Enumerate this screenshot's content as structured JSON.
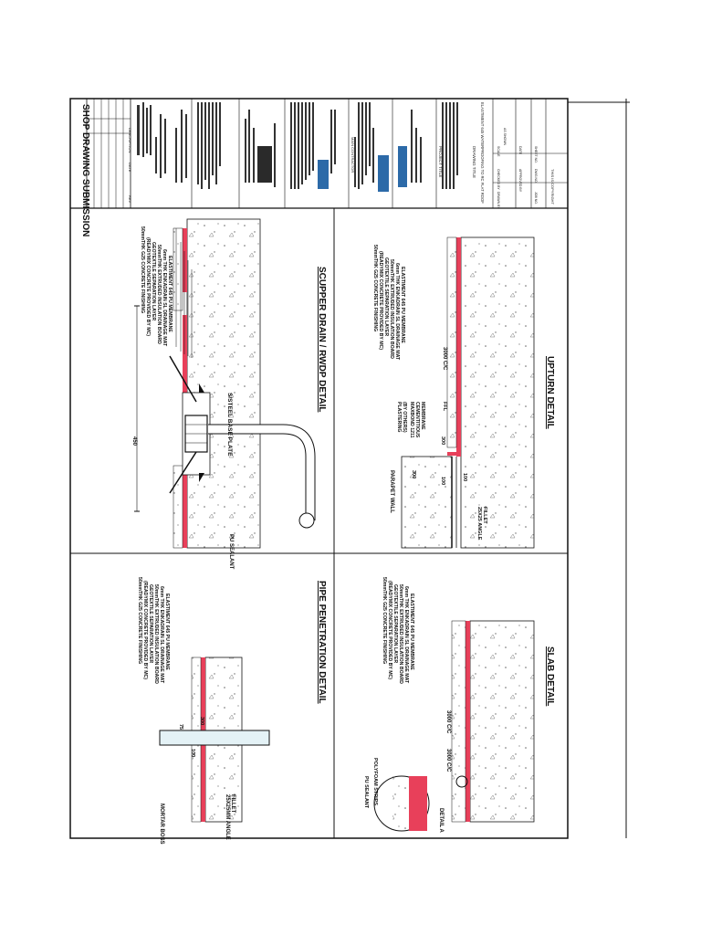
{
  "title_block": {
    "heading": "SHOP DRAWING SUBMISSION",
    "rev_header": [
      "REV",
      "DATE",
      "DESCRIPTION"
    ],
    "main_contractor_label": "MAIN CONTRACTOR",
    "project_title_label": "PROJECT TITLE",
    "drawing_title_label": "DRAWING TITLE",
    "drawing_title": "ELASTIMENT 645 WATERPROOFING TO RC FLAT ROOF",
    "drawn_label": "DRAWN BY",
    "checked_label": "CHECKED BY",
    "approved_label": "APPROVED BY",
    "scale_label": "SCALE",
    "scale_value": "AS SHOWN",
    "date_label": "DATE",
    "job_label": "JOB NO.",
    "drawing_no_label": "DWG NO.",
    "sheet_label": "SHEET NO.",
    "copyright": "THIS IS COPYRIGHT"
  },
  "details": {
    "scupper": {
      "title": "SCUPPER DRAIN / RWDP DETAIL",
      "dim_450": "450",
      "base_plate": "S/STEEL BASE PLATE",
      "pu_sealant": "PU SEALANT",
      "layers": [
        "50mmTHK G25 CONCRETE FINISHING",
        "(READYMIX CONCRETE PROVIDED BY MC)",
        "GEOTEXTILE SEPARATION LAYER",
        "50mmTHK EXTRUDED INSULATION BOARD",
        "6mm THK ENKADRAIN SL DRAINAGE MAT",
        "ELASTIMENT 645 PU MEMBRANE"
      ]
    },
    "upturn": {
      "title": "UPTURN DETAIL",
      "parapet": "PARAPET WALL",
      "plastering": "PLASTERING",
      "by_others": "(BY OTHERS)",
      "maxbond": "MAXBOND 1211",
      "cementitious": "CEMENTITIOUS",
      "membrane": "MEMBRANE",
      "dim_300a": "300",
      "dim_300b": "300",
      "dim_100a": "100",
      "dim_100b": "100",
      "spacing": "3000 C/C",
      "ffl": "FFL",
      "fillet1": "25X25 ANGLE",
      "fillet2": "FILLET",
      "layers": [
        "50mmTHK G25 CONCRETE FINISHING",
        "(READYMIX CONCRETE PROVIDED BY MC)",
        "GEOTEXTILE SEPARATION LAYER",
        "50mmTHK EXTRUDED INSULATION BOARD",
        "6mm THK ENKADRAIN SL DRAINAGE MAT",
        "ELASTIMENT 645 PU MEMBRANE"
      ]
    },
    "pipe": {
      "title": "PIPE PENETRATION DETAIL",
      "mortar": "MORTAR BOSS",
      "fillet1": "25X25MM ANGLE",
      "fillet2": "FILLET",
      "dim_75": "75",
      "dim_300": "300",
      "dim_100": "100",
      "layers": [
        "50mmTHK G25 CONCRETE FINISHING",
        "(READYMIX CONCRETE PROVIDED BY MC)",
        "GEOTEXTILE SEPARATION LAYER",
        "50mmTHK EXTRUDED INSULATION BOARD",
        "6mm THK ENKADRAIN SL DRAINAGE MAT",
        "ELASTIMENT 645 PU MEMBRANE"
      ]
    },
    "slab": {
      "title": "SLAB DETAIL",
      "detail_a": "DETAIL A",
      "pu_sealant": "PU SEALANT",
      "polyfoam": "POLYFOAM STRIPS",
      "spacing1": "3000 C/C",
      "spacing2": "3000 C/C",
      "layers": [
        "50mmTHK G25 CONCRETE FINISHING",
        "(READYMIX CONCRETE PROVIDED BY MC)",
        "GEOTEXTILE SEPARATION LAYER",
        "50mmTHK EXTRUDED INSULATION BOARD",
        "6mm THK ENKADRAIN SL DRAINAGE MAT",
        "ELASTIMENT 645 PU MEMBRANE"
      ]
    }
  },
  "colors": {
    "membrane": "#e8405a",
    "membrane_light": "#f4a0ac",
    "line": "#111111",
    "paper": "#ffffff"
  }
}
